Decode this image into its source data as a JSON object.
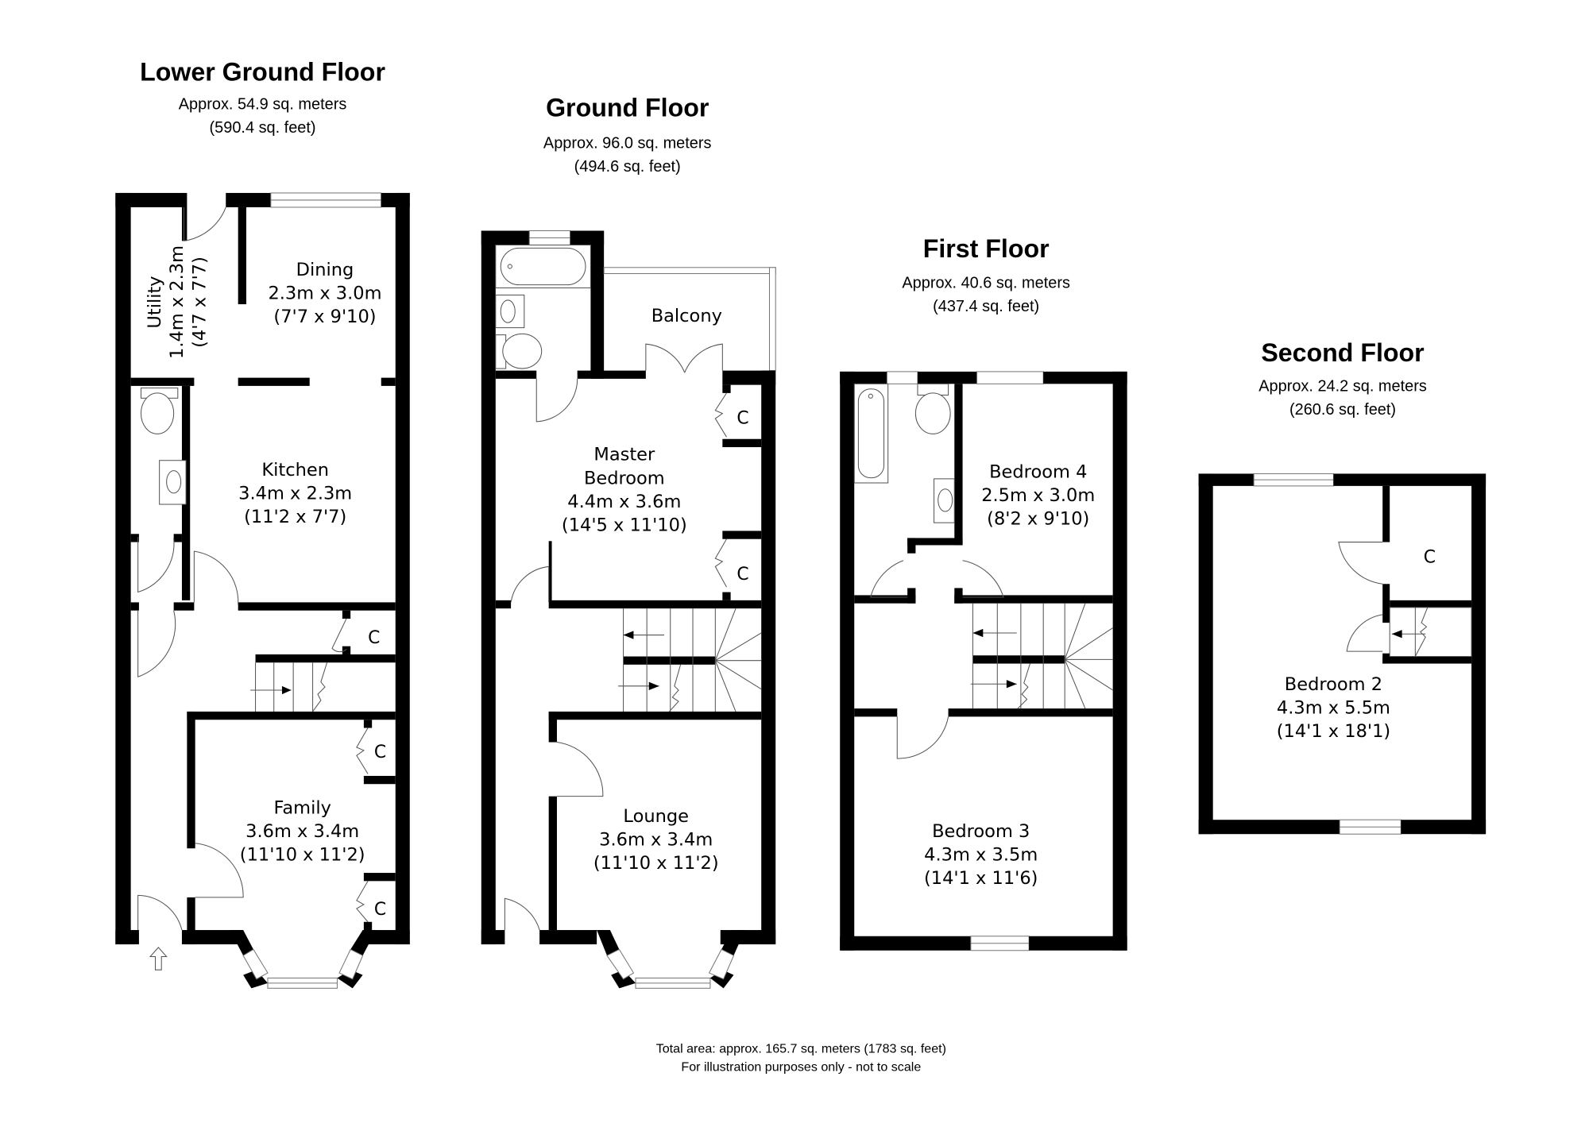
{
  "floors": {
    "lower_ground": {
      "title": "Lower Ground Floor",
      "area_m": "Approx. 54.9 sq. meters",
      "area_ft": "(590.4 sq. feet)",
      "rooms": {
        "utility": {
          "name": "Utility",
          "dims_m": "1.4m x 2.3m",
          "dims_ft": "(4'7 x 7'7)"
        },
        "dining": {
          "name": "Dining",
          "dims_m": "2.3m x 3.0m",
          "dims_ft": "(7'7 x 9'10)"
        },
        "kitchen": {
          "name": "Kitchen",
          "dims_m": "3.4m x 2.3m",
          "dims_ft": "(11'2 x 7'7)"
        },
        "family": {
          "name": "Family",
          "dims_m": "3.6m x 3.4m",
          "dims_ft": "(11'10 x 11'2)"
        }
      },
      "closets": [
        "C",
        "C",
        "C"
      ]
    },
    "ground": {
      "title": "Ground Floor",
      "area_m": "Approx. 96.0 sq. meters",
      "area_ft": "(494.6 sq. feet)",
      "rooms": {
        "balcony": {
          "name": "Balcony"
        },
        "master": {
          "name_line1": "Master",
          "name_line2": "Bedroom",
          "dims_m": "4.4m x 3.6m",
          "dims_ft": "(14'5 x 11'10)"
        },
        "lounge": {
          "name": "Lounge",
          "dims_m": "3.6m x 3.4m",
          "dims_ft": "(11'10 x 11'2)"
        }
      },
      "closets": [
        "C",
        "C"
      ]
    },
    "first": {
      "title": "First Floor",
      "area_m": "Approx. 40.6 sq. meters",
      "area_ft": "(437.4 sq. feet)",
      "rooms": {
        "bedroom4": {
          "name": "Bedroom 4",
          "dims_m": "2.5m x 3.0m",
          "dims_ft": "(8'2 x 9'10)"
        },
        "bedroom3": {
          "name": "Bedroom 3",
          "dims_m": "4.3m x 3.5m",
          "dims_ft": "(14'1 x 11'6)"
        }
      }
    },
    "second": {
      "title": "Second Floor",
      "area_m": "Approx. 24.2 sq. meters",
      "area_ft": "(260.6 sq. feet)",
      "rooms": {
        "bedroom2": {
          "name": "Bedroom 2",
          "dims_m": "4.3m x 5.5m",
          "dims_ft": "(14'1 x 18'1)"
        }
      },
      "closets": [
        "C"
      ]
    }
  },
  "footer": {
    "total_area": "Total area: approx. 165.7 sq. meters (1783 sq. feet)",
    "disclaimer": "For illustration purposes only - not to scale"
  },
  "icons": {
    "entrance": "entrance-arrow-icon"
  },
  "colors": {
    "wall": "#000000",
    "background": "#ffffff",
    "fixture_line": "#555555"
  }
}
